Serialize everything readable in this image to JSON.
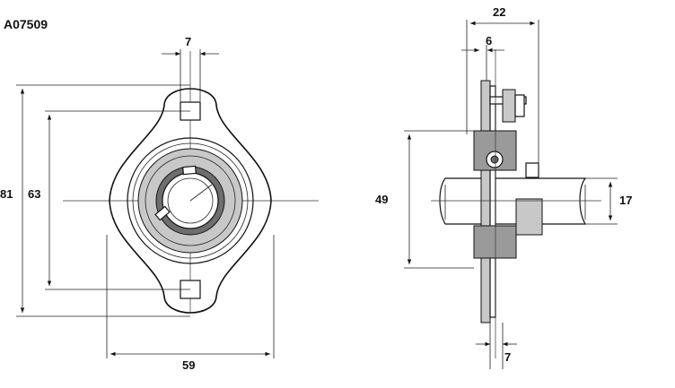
{
  "part_number": "A07509",
  "front_view": {
    "dims": {
      "top_width": "7",
      "overall_height": "81",
      "bolt_spacing": "63",
      "base_width": "59"
    }
  },
  "side_view": {
    "dims": {
      "overall_width": "22",
      "flange_thickness": "6",
      "housing_height": "49",
      "shaft_diameter": "17",
      "bottom_width": "7"
    }
  }
}
